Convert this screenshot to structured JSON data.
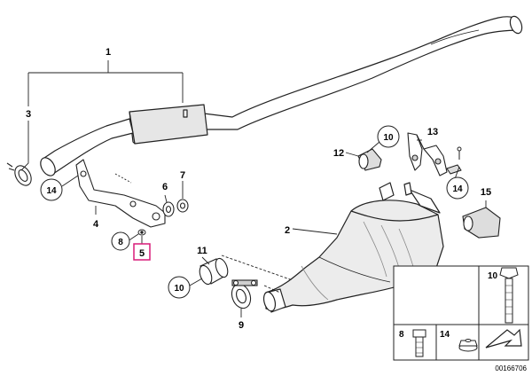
{
  "colors": {
    "outline": "#222222",
    "fill": "#ffffff",
    "shade": "#cfcfcf",
    "dark": "#8a8a8a",
    "highlight": "#d81b79"
  },
  "callouts": {
    "c1": "1",
    "c2": "2",
    "c3": "3",
    "c4": "4",
    "c5": "5",
    "c6": "6",
    "c7": "7",
    "c8": "8",
    "c9": "9",
    "c10a": "10",
    "c10b": "10",
    "c11": "11",
    "c12": "12",
    "c13": "13",
    "c14a": "14",
    "c14b": "14",
    "c15": "15"
  },
  "legend": {
    "item10": "10",
    "item8": "8",
    "item14": "14"
  },
  "diagram_id": "00166706"
}
